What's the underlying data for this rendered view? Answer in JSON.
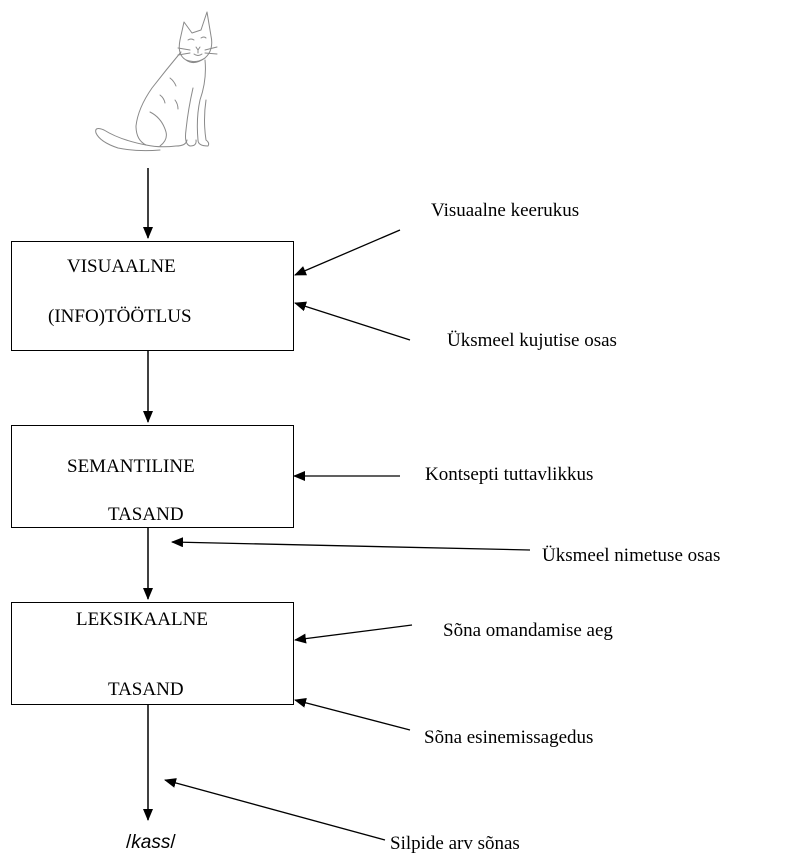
{
  "stages": {
    "visual": {
      "line1": "VISUAALNE",
      "line2": "(INFO)TÖÖTLUS"
    },
    "semantic": {
      "line1": "SEMANTILINE",
      "line2": "TASAND"
    },
    "lexical": {
      "line1": "LEKSIKAALNE",
      "line2": "TASAND"
    }
  },
  "factors": {
    "visual_complexity": "Visuaalne keerukus",
    "image_agreement": "Üksmeel kujutise osas",
    "concept_familiarity": "Kontsepti tuttavlikkus",
    "name_agreement": "Üksmeel nimetuse osas",
    "age_of_acquisition": "Sõna omandamise aeg",
    "word_frequency": "Sõna esinemissagedus",
    "syllable_count": "Silpide arv sõnas"
  },
  "output": {
    "open": "/",
    "word": "kass",
    "close": "/"
  },
  "stimulus_icon": "cat-drawing-icon"
}
